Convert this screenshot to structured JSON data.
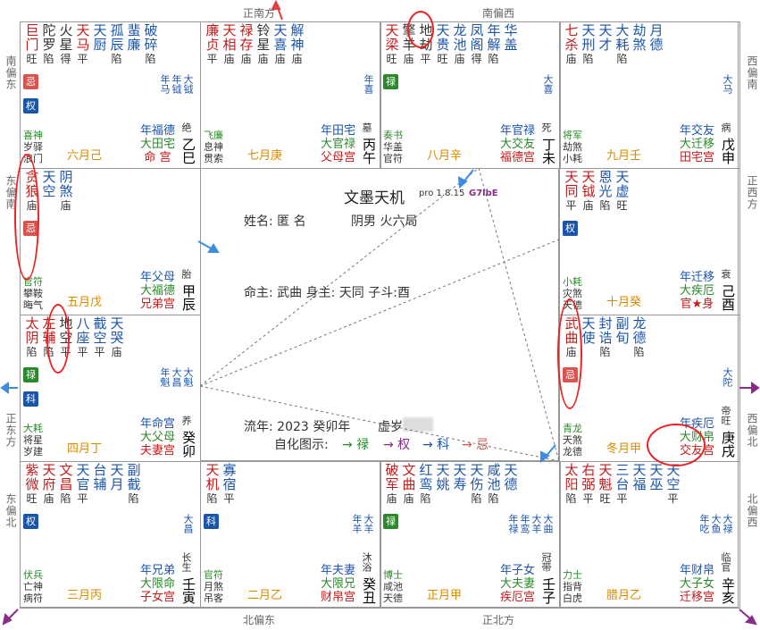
{
  "edges": {
    "top1": "正南方",
    "top2": "南偏西",
    "bottom1": "北偏东",
    "bottom2": "正北方",
    "left1": "南偏东",
    "left2": "东偏南",
    "left3": "正东方",
    "left4": "东偏北",
    "right1": "西偏南",
    "right2": "正西方",
    "right3": "西偏北",
    "right4": "北偏西"
  },
  "center": {
    "title": "文墨天机",
    "version": "pro 1.8.15",
    "tag": "G7lbE",
    "name_line": "姓名: 匿 名",
    "gender_line": "阴男 火六局",
    "ming_line": "命主: 武曲 身主: 天同 子斗:酉",
    "liunian": "流年: 2023 癸卯年",
    "xusui": "虚岁",
    "zihua": "自化图示:",
    "zihua_items": [
      "→ 禄",
      "→ 权",
      "→ 科",
      "→ 忌"
    ]
  },
  "palaces": [
    {
      "id": "si",
      "stars": [
        {
          "n": "巨门",
          "b": "旺",
          "c": "#c21b1b"
        },
        {
          "n": "陀罗",
          "b": "陷",
          "c": "#333"
        },
        {
          "n": "火星",
          "b": "得",
          "c": "#333"
        },
        {
          "n": "天马",
          "b": "平",
          "c": "#c21b1b"
        },
        {
          "n": "天厨",
          "b": "",
          "c": "#1c55a8"
        },
        {
          "n": "孤辰",
          "b": "陷",
          "c": "#1c55a8"
        },
        {
          "n": "蜚廉",
          "b": "",
          "c": "#1c55a8"
        },
        {
          "n": "破碎",
          "b": "陷",
          "c": "#1c55a8"
        }
      ],
      "badges": [
        "忌",
        "权"
      ],
      "minor": [
        "年马",
        "年钺",
        "大钺"
      ],
      "boshi": [
        "喜神",
        "岁驿",
        "浪门"
      ],
      "gz": "六月己",
      "p1": "年福德",
      "p2": "大田宅",
      "p3": "命 宫",
      "stem": "乙",
      "br": "巳",
      "state": "绝"
    },
    {
      "id": "wu",
      "stars": [
        {
          "n": "廉贞",
          "b": "平",
          "c": "#c21b1b"
        },
        {
          "n": "天相",
          "b": "庙",
          "c": "#c21b1b"
        },
        {
          "n": "禄存",
          "b": "庙",
          "c": "#c21b1b"
        },
        {
          "n": "铃星",
          "b": "庙",
          "c": "#333"
        },
        {
          "n": "天喜",
          "b": "庙",
          "c": "#1c55a8"
        },
        {
          "n": "解神",
          "b": "庙",
          "c": "#1c55a8"
        }
      ],
      "badges": [],
      "minor": [
        "年喜"
      ],
      "boshi": [
        "飞廉",
        "息神",
        "贯索"
      ],
      "gz": "七月庚",
      "p1": "年田宅",
      "p2": "大官禄",
      "p3": "父母宫",
      "stem": "丙",
      "br": "午",
      "state": "墓"
    },
    {
      "id": "wei",
      "stars": [
        {
          "n": "天梁",
          "b": "旺",
          "c": "#c21b1b"
        },
        {
          "n": "擎羊",
          "b": "庙",
          "c": "#333"
        },
        {
          "n": "地劫",
          "b": "平",
          "c": "#333"
        },
        {
          "n": "天贵",
          "b": "旺",
          "c": "#1c55a8"
        },
        {
          "n": "龙池",
          "b": "庙",
          "c": "#1c55a8"
        },
        {
          "n": "凤阁",
          "b": "得",
          "c": "#1c55a8"
        },
        {
          "n": "年解",
          "b": "陷",
          "c": "#1c55a8"
        },
        {
          "n": "华盖",
          "b": "",
          "c": "#1c55a8"
        }
      ],
      "badges": [
        "禄"
      ],
      "minor": [
        "大喜"
      ],
      "boshi": [
        "奏书",
        "华盖",
        "官符"
      ],
      "gz": "八月辛",
      "p1": "年官禄",
      "p2": "大交友",
      "p3": "福德宫",
      "stem": "丁",
      "br": "未",
      "state": "死"
    },
    {
      "id": "shen",
      "stars": [
        {
          "n": "七杀",
          "b": "庙",
          "c": "#c21b1b"
        },
        {
          "n": "天刑",
          "b": "陷",
          "c": "#1c55a8"
        },
        {
          "n": "天才",
          "b": "",
          "c": "#1c55a8"
        },
        {
          "n": "大耗",
          "b": "陷",
          "c": "#1c55a8"
        },
        {
          "n": "劫煞",
          "b": "",
          "c": "#1c55a8"
        },
        {
          "n": "月德",
          "b": "",
          "c": "#1c55a8"
        }
      ],
      "badges": [],
      "minor": [
        "大马"
      ],
      "boshi": [
        "将军",
        "劫煞",
        "小耗"
      ],
      "gz": "九月壬",
      "p1": "年交友",
      "p2": "大迁移",
      "p3": "田宅宫",
      "stem": "戊",
      "br": "申",
      "state": "病"
    },
    {
      "id": "chen",
      "stars": [
        {
          "n": "贪狼",
          "b": "庙",
          "c": "#c21b1b"
        },
        {
          "n": "天空",
          "b": "",
          "c": "#1c55a8"
        },
        {
          "n": "阴煞",
          "b": "庙",
          "c": "#1c55a8"
        }
      ],
      "badges": [
        "忌"
      ],
      "minor": [],
      "boshi": [
        "官符",
        "攀鞍",
        "晦气"
      ],
      "gz": "五月戊",
      "p1": "年父母",
      "p2": "大福德",
      "p3": "兄弟宫",
      "stem": "甲",
      "br": "辰",
      "state": "胎"
    },
    {
      "id": "you",
      "stars": [
        {
          "n": "天同",
          "b": "平",
          "c": "#c21b1b"
        },
        {
          "n": "天钺",
          "b": "庙",
          "c": "#c21b1b"
        },
        {
          "n": "恩光",
          "b": "陷",
          "c": "#1c55a8"
        },
        {
          "n": "天虚",
          "b": "旺",
          "c": "#1c55a8"
        }
      ],
      "badges": [
        "权"
      ],
      "minor": [],
      "boshi": [
        "小耗",
        "灾煞",
        "天德"
      ],
      "gz": "十月癸",
      "p1": "年迁移",
      "p2": "大疾厄",
      "p3": "官★身",
      "stem": "己",
      "br": "酉",
      "state": "衰"
    },
    {
      "id": "mao",
      "stars": [
        {
          "n": "太阴",
          "b": "陷",
          "c": "#c21b1b"
        },
        {
          "n": "左辅",
          "b": "陷",
          "c": "#c21b1b"
        },
        {
          "n": "地空",
          "b": "平",
          "c": "#333"
        },
        {
          "n": "八座",
          "b": "平",
          "c": "#1c55a8"
        },
        {
          "n": "截空",
          "b": "平",
          "c": "#1c55a8"
        },
        {
          "n": "天哭",
          "b": "庙",
          "c": "#1c55a8"
        }
      ],
      "badges": [
        "禄",
        "科"
      ],
      "minor": [
        "年魁",
        "大昌",
        "大魁"
      ],
      "boshi": [
        "大耗",
        "将星",
        "岁建"
      ],
      "gz": "四月丁",
      "p1": "年命宫",
      "p2": "大父母",
      "p3": "夫妻宫",
      "stem": "癸",
      "br": "卯",
      "state": "养"
    },
    {
      "id": "xu",
      "stars": [
        {
          "n": "武曲",
          "b": "庙",
          "c": "#c21b1b"
        },
        {
          "n": "天使",
          "b": "",
          "c": "#1c55a8"
        },
        {
          "n": "封诰",
          "b": "陷",
          "c": "#1c55a8"
        },
        {
          "n": "副旬",
          "b": "",
          "c": "#1c55a8"
        },
        {
          "n": "龙德",
          "b": "陷",
          "c": "#1c55a8"
        }
      ],
      "badges": [
        "忌"
      ],
      "minor": [
        "大陀"
      ],
      "boshi": [
        "青龙",
        "天煞",
        "龙德"
      ],
      "gz": "冬月甲",
      "p1": "年疾厄",
      "p2": "大财帛",
      "p3": "交友宫",
      "stem": "庚",
      "br": "戌",
      "state": "帝旺"
    },
    {
      "id": "yin",
      "stars": [
        {
          "n": "紫微",
          "b": "旺",
          "c": "#c21b1b"
        },
        {
          "n": "天府",
          "b": "庙",
          "c": "#c21b1b"
        },
        {
          "n": "文昌",
          "b": "陷",
          "c": "#c21b1b"
        },
        {
          "n": "天官",
          "b": "平",
          "c": "#1c55a8"
        },
        {
          "n": "台辅",
          "b": "",
          "c": "#1c55a8"
        },
        {
          "n": "天月",
          "b": "",
          "c": "#1c55a8"
        },
        {
          "n": "副截",
          "b": "陷",
          "c": "#1c55a8"
        }
      ],
      "badges": [
        "权"
      ],
      "minor": [
        "大昌"
      ],
      "boshi": [
        "伏兵",
        "亡神",
        "病符"
      ],
      "gz": "三月丙",
      "p1": "年兄弟",
      "p2": "大限命",
      "p3": "子女宫",
      "stem": "壬",
      "br": "寅",
      "state": "长生"
    },
    {
      "id": "chou",
      "stars": [
        {
          "n": "天机",
          "b": "陷",
          "c": "#c21b1b"
        },
        {
          "n": "寡宿",
          "b": "平",
          "c": "#1c55a8"
        }
      ],
      "badges": [
        "科"
      ],
      "minor": [
        "年羊",
        "大羊"
      ],
      "boshi": [
        "官符",
        "月煞",
        "吊客"
      ],
      "gz": "二月乙",
      "p1": "年夫妻",
      "p2": "大限兄",
      "p3": "财帛宫",
      "stem": "癸",
      "br": "丑",
      "state": "沐浴"
    },
    {
      "id": "zi",
      "stars": [
        {
          "n": "破军",
          "b": "庙",
          "c": "#c21b1b"
        },
        {
          "n": "文曲",
          "b": "庙",
          "c": "#c21b1b"
        },
        {
          "n": "红鸾",
          "b": "陷",
          "c": "#1c55a8"
        },
        {
          "n": "天姚",
          "b": "",
          "c": "#1c55a8"
        },
        {
          "n": "天寿",
          "b": "",
          "c": "#1c55a8"
        },
        {
          "n": "天伤",
          "b": "陷",
          "c": "#1c55a8"
        },
        {
          "n": "咸池",
          "b": "陷",
          "c": "#1c55a8"
        },
        {
          "n": "天德",
          "b": "",
          "c": "#1c55a8"
        }
      ],
      "badges": [
        "禄"
      ],
      "minor": [
        "年禄",
        "年鸾",
        "大羊",
        "大曲"
      ],
      "boshi": [
        "博士",
        "咸池",
        "天德"
      ],
      "gz": "正月甲",
      "p1": "年子女",
      "p2": "大夫妻",
      "p3": "疾厄宫",
      "stem": "壬",
      "br": "子",
      "state": "冠带"
    },
    {
      "id": "hai",
      "stars": [
        {
          "n": "太阳",
          "b": "陷",
          "c": "#c21b1b"
        },
        {
          "n": "右弼",
          "b": "平",
          "c": "#c21b1b"
        },
        {
          "n": "天魁",
          "b": "旺",
          "c": "#c21b1b"
        },
        {
          "n": "三台",
          "b": "平",
          "c": "#1c55a8"
        },
        {
          "n": "天福",
          "b": "",
          "c": "#1c55a8"
        },
        {
          "n": "天巫",
          "b": "",
          "c": "#1c55a8"
        },
        {
          "n": "天空",
          "b": "平",
          "c": "#1c55a8"
        }
      ],
      "badges": [],
      "minor": [
        "年吃",
        "大鱼",
        "大禄"
      ],
      "boshi": [
        "力士",
        "指背",
        "白虎"
      ],
      "gz": "腊月乙",
      "p1": "年财帛",
      "p2": "大子女",
      "p3": "迁移宫",
      "stem": "辛",
      "br": "亥",
      "state": "临官"
    }
  ],
  "colors": {
    "red": "#c21b1b",
    "blue": "#1c55a8",
    "green": "#2a8a2a",
    "orange": "#d88a00",
    "purple": "#8a2a8a",
    "lu": "#2a8a2a",
    "quan": "#1c55a8",
    "ke": "#1c55a8",
    "ji": "#d9534f"
  }
}
